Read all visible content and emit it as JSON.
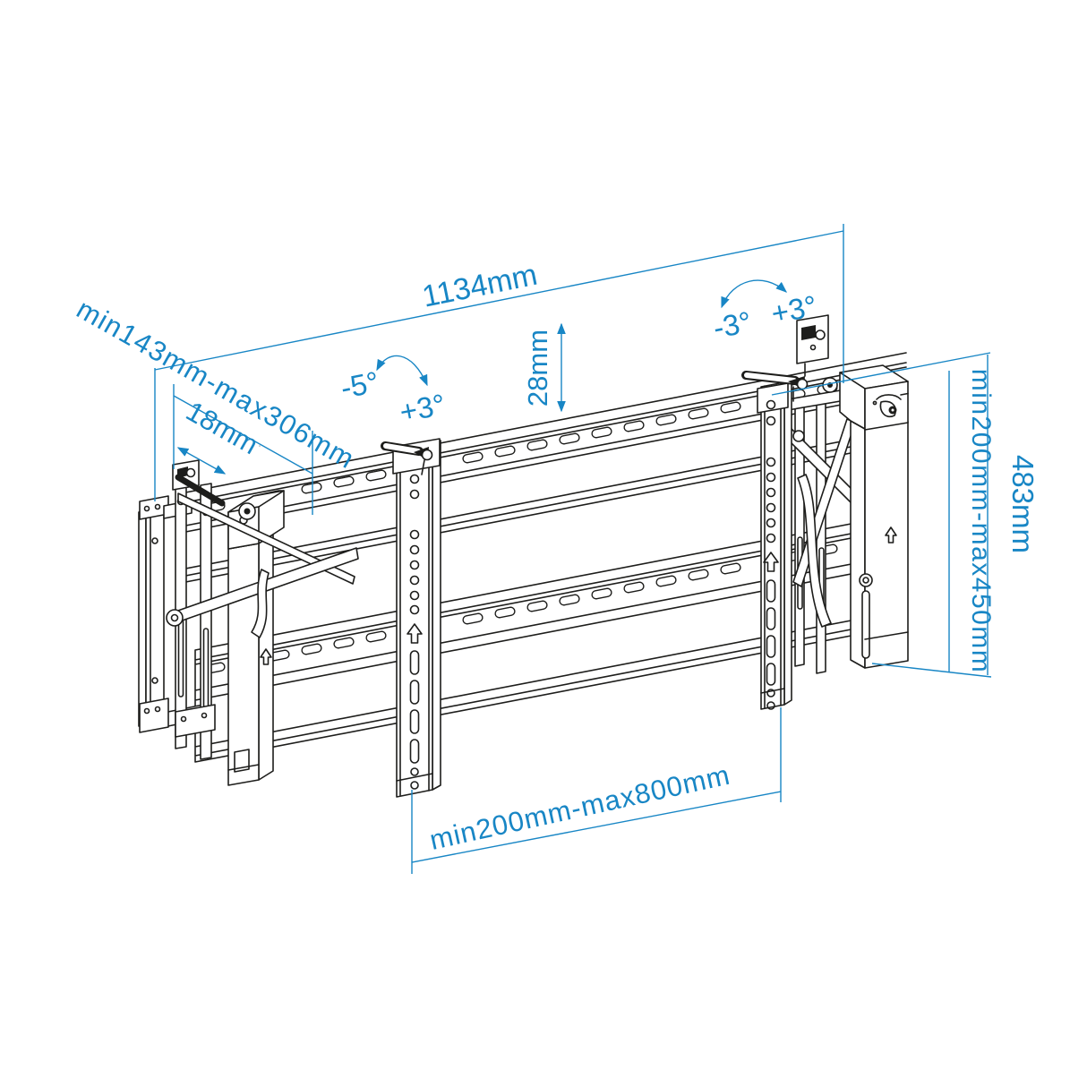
{
  "diagram": {
    "kind": "technical-dimension-drawing",
    "colors": {
      "annotation_blue": "#1886c5",
      "line_black": "#1d1d1b",
      "background": "#ffffff"
    },
    "annotations": {
      "total_width": "1134mm",
      "depth_range": "min143mm-max306mm",
      "wall_plate_depth": "18mm",
      "height_fine_adjust": "28mm",
      "tilt_left": {
        "min": "-5°",
        "max": "+3°"
      },
      "tilt_right": {
        "min": "-3°",
        "max": "+3°"
      },
      "vesa_height_range": "min200mm-max450mm",
      "total_height": "483mm",
      "vesa_width_range": "min200mm-max800mm"
    }
  }
}
